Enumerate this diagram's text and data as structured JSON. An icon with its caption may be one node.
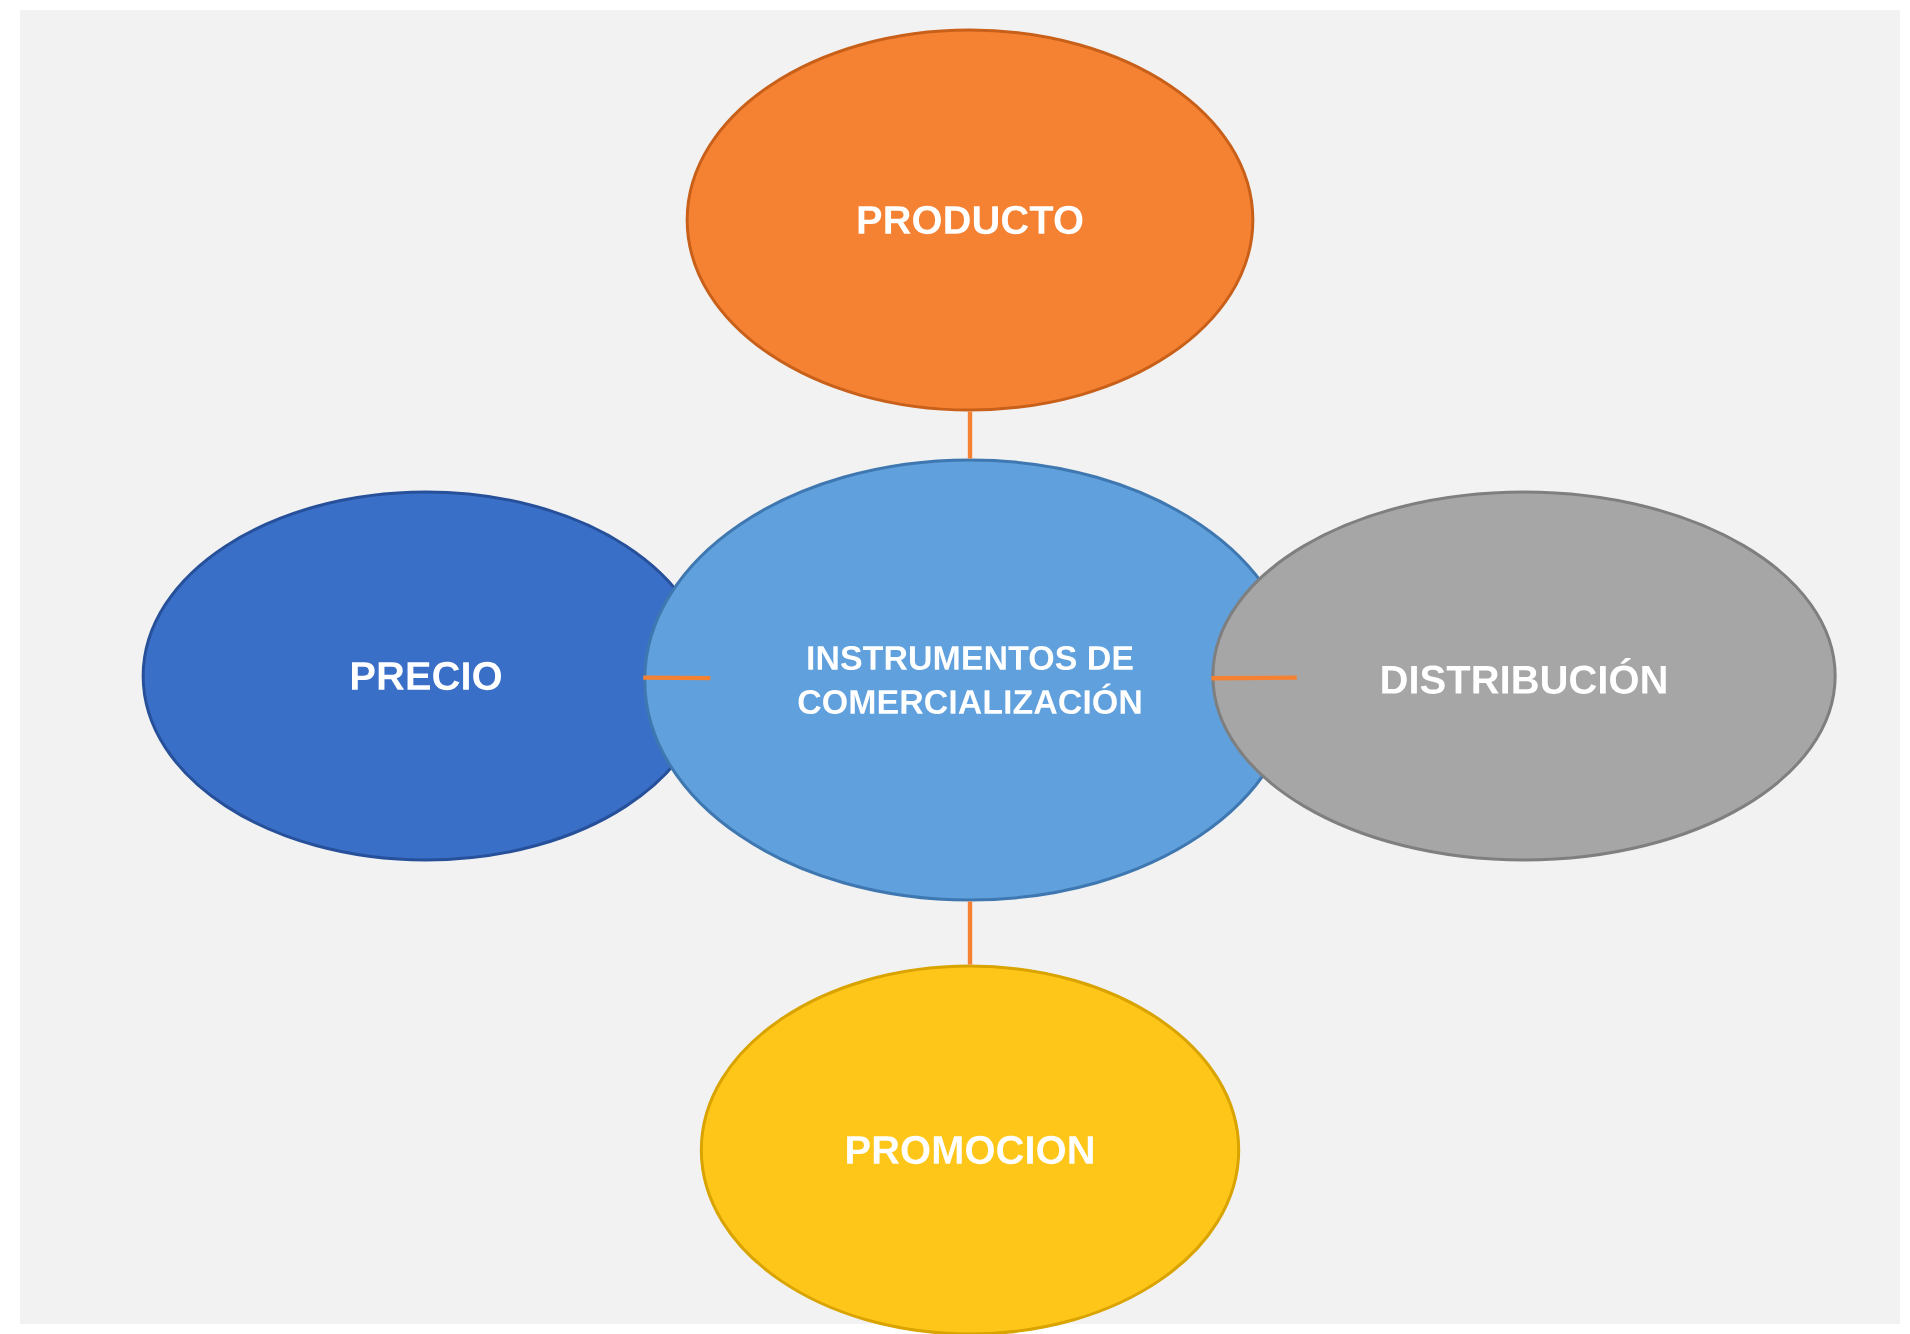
{
  "diagram": {
    "nodes": [
      {
        "text": [
          "PRODUCTO"
        ]
      },
      {
        "text": [
          "PRECIO"
        ]
      },
      {
        "text": [
          "INSTRUMENTOS DE COMERCIALIZACIÓN"
        ]
      },
      {
        "text": [
          "DISTRIBUCIÓN"
        ]
      },
      {
        "text": [
          "PROMOCION"
        ]
      }
    ],
    "edges": [
      {
        "from": 2,
        "to": 0,
        "arrow": "none"
      },
      {
        "from": 2,
        "to": 1,
        "arrow": "none"
      },
      {
        "from": 2,
        "to": 3,
        "arrow": "none"
      },
      {
        "from": 2,
        "to": 4,
        "arrow": "none"
      }
    ]
  }
}
